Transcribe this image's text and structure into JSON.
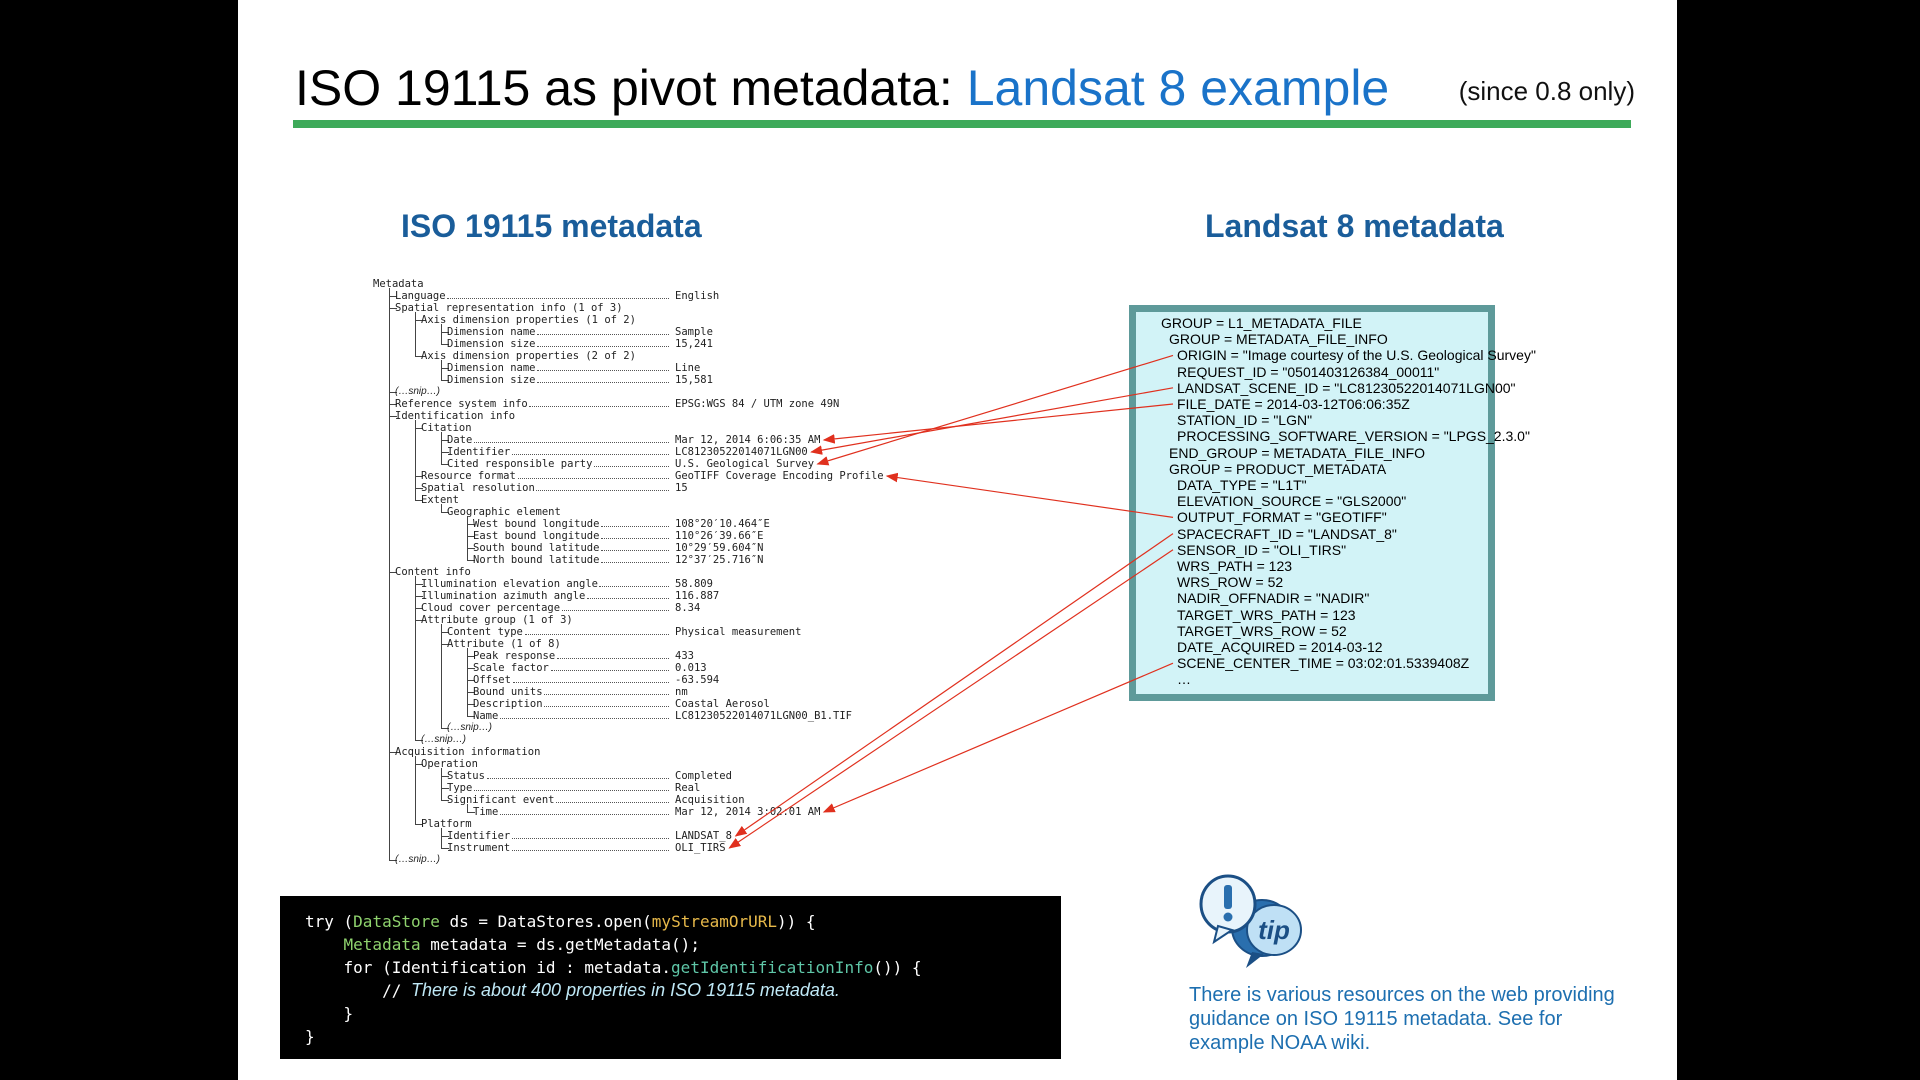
{
  "title": {
    "main": "ISO 19115 as pivot metadata: ",
    "accent": "Landsat 8 example",
    "note": "(since 0.8 only)"
  },
  "columns": {
    "iso_heading": "ISO 19115 metadata",
    "landsat_heading": "Landsat 8 metadata"
  },
  "iso_tree": [
    {
      "depth": 0,
      "label": "Metadata",
      "value": ""
    },
    {
      "depth": 1,
      "label": "Language",
      "value": "English"
    },
    {
      "depth": 1,
      "label": "Spatial representation info (1 of 3)",
      "value": ""
    },
    {
      "depth": 2,
      "label": "Axis dimension properties (1 of 2)",
      "value": ""
    },
    {
      "depth": 3,
      "label": "Dimension name",
      "value": "Sample"
    },
    {
      "depth": 3,
      "label": "Dimension size",
      "value": "15,241"
    },
    {
      "depth": 2,
      "label": "Axis dimension properties (2 of 2)",
      "value": ""
    },
    {
      "depth": 3,
      "label": "Dimension name",
      "value": "Line"
    },
    {
      "depth": 3,
      "label": "Dimension size",
      "value": "15,581"
    },
    {
      "depth": 1,
      "label": "(…snip…)",
      "value": "",
      "snip": true
    },
    {
      "depth": 1,
      "label": "Reference system info",
      "value": "EPSG:WGS 84 / UTM zone 49N"
    },
    {
      "depth": 1,
      "label": "Identification info",
      "value": ""
    },
    {
      "depth": 2,
      "label": "Citation",
      "value": ""
    },
    {
      "depth": 3,
      "label": "Date",
      "value": "Mar 12, 2014 6:06:35 AM"
    },
    {
      "depth": 3,
      "label": "Identifier",
      "value": "LC81230522014071LGN00"
    },
    {
      "depth": 3,
      "label": "Cited responsible party",
      "value": "U.S. Geological Survey"
    },
    {
      "depth": 2,
      "label": "Resource format",
      "value": "GeoTIFF Coverage Encoding Profile"
    },
    {
      "depth": 2,
      "label": "Spatial resolution",
      "value": "15"
    },
    {
      "depth": 2,
      "label": "Extent",
      "value": ""
    },
    {
      "depth": 3,
      "label": "Geographic element",
      "value": ""
    },
    {
      "depth": 4,
      "label": "West bound longitude",
      "value": "108°20′10.464″E"
    },
    {
      "depth": 4,
      "label": "East bound longitude",
      "value": "110°26′39.66″E"
    },
    {
      "depth": 4,
      "label": "South bound latitude",
      "value": "10°29′59.604″N"
    },
    {
      "depth": 4,
      "label": "North bound latitude",
      "value": "12°37′25.716″N"
    },
    {
      "depth": 1,
      "label": "Content info",
      "value": ""
    },
    {
      "depth": 2,
      "label": "Illumination elevation angle",
      "value": "58.809"
    },
    {
      "depth": 2,
      "label": "Illumination azimuth angle",
      "value": "116.887"
    },
    {
      "depth": 2,
      "label": "Cloud cover percentage",
      "value": "8.34"
    },
    {
      "depth": 2,
      "label": "Attribute group (1 of 3)",
      "value": ""
    },
    {
      "depth": 3,
      "label": "Content type",
      "value": "Physical measurement"
    },
    {
      "depth": 3,
      "label": "Attribute (1 of 8)",
      "value": ""
    },
    {
      "depth": 4,
      "label": "Peak response",
      "value": "433"
    },
    {
      "depth": 4,
      "label": "Scale factor",
      "value": "0.013"
    },
    {
      "depth": 4,
      "label": "Offset",
      "value": "-63.594"
    },
    {
      "depth": 4,
      "label": "Bound units",
      "value": "nm"
    },
    {
      "depth": 4,
      "label": "Description",
      "value": "Coastal Aerosol"
    },
    {
      "depth": 4,
      "label": "Name",
      "value": "LC81230522014071LGN00_B1.TIF"
    },
    {
      "depth": 3,
      "label": "(…snip…)",
      "value": "",
      "snip": true
    },
    {
      "depth": 2,
      "label": "(…snip…)",
      "value": "",
      "snip": true
    },
    {
      "depth": 1,
      "label": "Acquisition information",
      "value": ""
    },
    {
      "depth": 2,
      "label": "Operation",
      "value": ""
    },
    {
      "depth": 3,
      "label": "Status",
      "value": "Completed"
    },
    {
      "depth": 3,
      "label": "Type",
      "value": "Real"
    },
    {
      "depth": 3,
      "label": "Significant event",
      "value": "Acquisition"
    },
    {
      "depth": 4,
      "label": "Time",
      "value": "Mar 12, 2014 3:02:01 AM"
    },
    {
      "depth": 2,
      "label": "Platform",
      "value": ""
    },
    {
      "depth": 3,
      "label": "Identifier",
      "value": "LANDSAT_8"
    },
    {
      "depth": 3,
      "label": "Instrument",
      "value": "OLI_TIRS"
    },
    {
      "depth": 1,
      "label": "(…snip…)",
      "value": "",
      "snip": true
    }
  ],
  "landsat_lines": [
    {
      "indent": 0,
      "text": "GROUP = L1_METADATA_FILE"
    },
    {
      "indent": 1,
      "text": "GROUP = METADATA_FILE_INFO"
    },
    {
      "indent": 2,
      "text": "ORIGIN = \"Image courtesy of the U.S. Geological Survey\""
    },
    {
      "indent": 2,
      "text": "REQUEST_ID = \"0501403126384_00011\""
    },
    {
      "indent": 2,
      "text": "LANDSAT_SCENE_ID = \"LC81230522014071LGN00\""
    },
    {
      "indent": 2,
      "text": "FILE_DATE = 2014-03-12T06:06:35Z"
    },
    {
      "indent": 2,
      "text": "STATION_ID = \"LGN\""
    },
    {
      "indent": 2,
      "text": "PROCESSING_SOFTWARE_VERSION = \"LPGS_2.3.0\""
    },
    {
      "indent": 1,
      "text": "END_GROUP = METADATA_FILE_INFO"
    },
    {
      "indent": 1,
      "text": "GROUP = PRODUCT_METADATA"
    },
    {
      "indent": 2,
      "text": "DATA_TYPE = \"L1T\""
    },
    {
      "indent": 2,
      "text": "ELEVATION_SOURCE = \"GLS2000\""
    },
    {
      "indent": 2,
      "text": "OUTPUT_FORMAT = \"GEOTIFF\""
    },
    {
      "indent": 2,
      "text": "SPACECRAFT_ID = \"LANDSAT_8\""
    },
    {
      "indent": 2,
      "text": "SENSOR_ID = \"OLI_TIRS\""
    },
    {
      "indent": 2,
      "text": "WRS_PATH = 123"
    },
    {
      "indent": 2,
      "text": "WRS_ROW = 52"
    },
    {
      "indent": 2,
      "text": "NADIR_OFFNADIR = \"NADIR\""
    },
    {
      "indent": 2,
      "text": "TARGET_WRS_PATH = 123"
    },
    {
      "indent": 2,
      "text": "TARGET_WRS_ROW = 52"
    },
    {
      "indent": 2,
      "text": "DATE_ACQUIRED = 2014-03-12"
    },
    {
      "indent": 2,
      "text": "SCENE_CENTER_TIME = 03:02:01.5339408Z"
    },
    {
      "indent": 2,
      "text": "…"
    }
  ],
  "code": {
    "line1": {
      "a": "try (",
      "b": "DataStore",
      "c": " ds = DataStores.open(",
      "d": "myStreamOrURL",
      "e": ")) {"
    },
    "line2": {
      "a": "    ",
      "b": "Metadata",
      "c": " metadata = ds.getMetadata();"
    },
    "line3": {
      "a": "    for (Identification id : metadata.",
      "b": "getIdentificationInfo",
      "c": "()) {"
    },
    "line4": {
      "a": "        // ",
      "b": "There is about 400 properties in ISO 19115 metadata."
    },
    "line5": "    }",
    "line6": "}"
  },
  "tip": {
    "icon_label": "tip",
    "text": "There is various resources on the web providing guidance on ISO 19115 metadata. See for example NOAA wiki."
  },
  "colors": {
    "accent_blue": "#1a73c9",
    "heading_blue": "#1a5d9a",
    "rule_green": "#3eaa5a",
    "box_border": "#5e9a9a",
    "box_fill": "#d2f3f7",
    "arrow_red": "#e0301e"
  }
}
